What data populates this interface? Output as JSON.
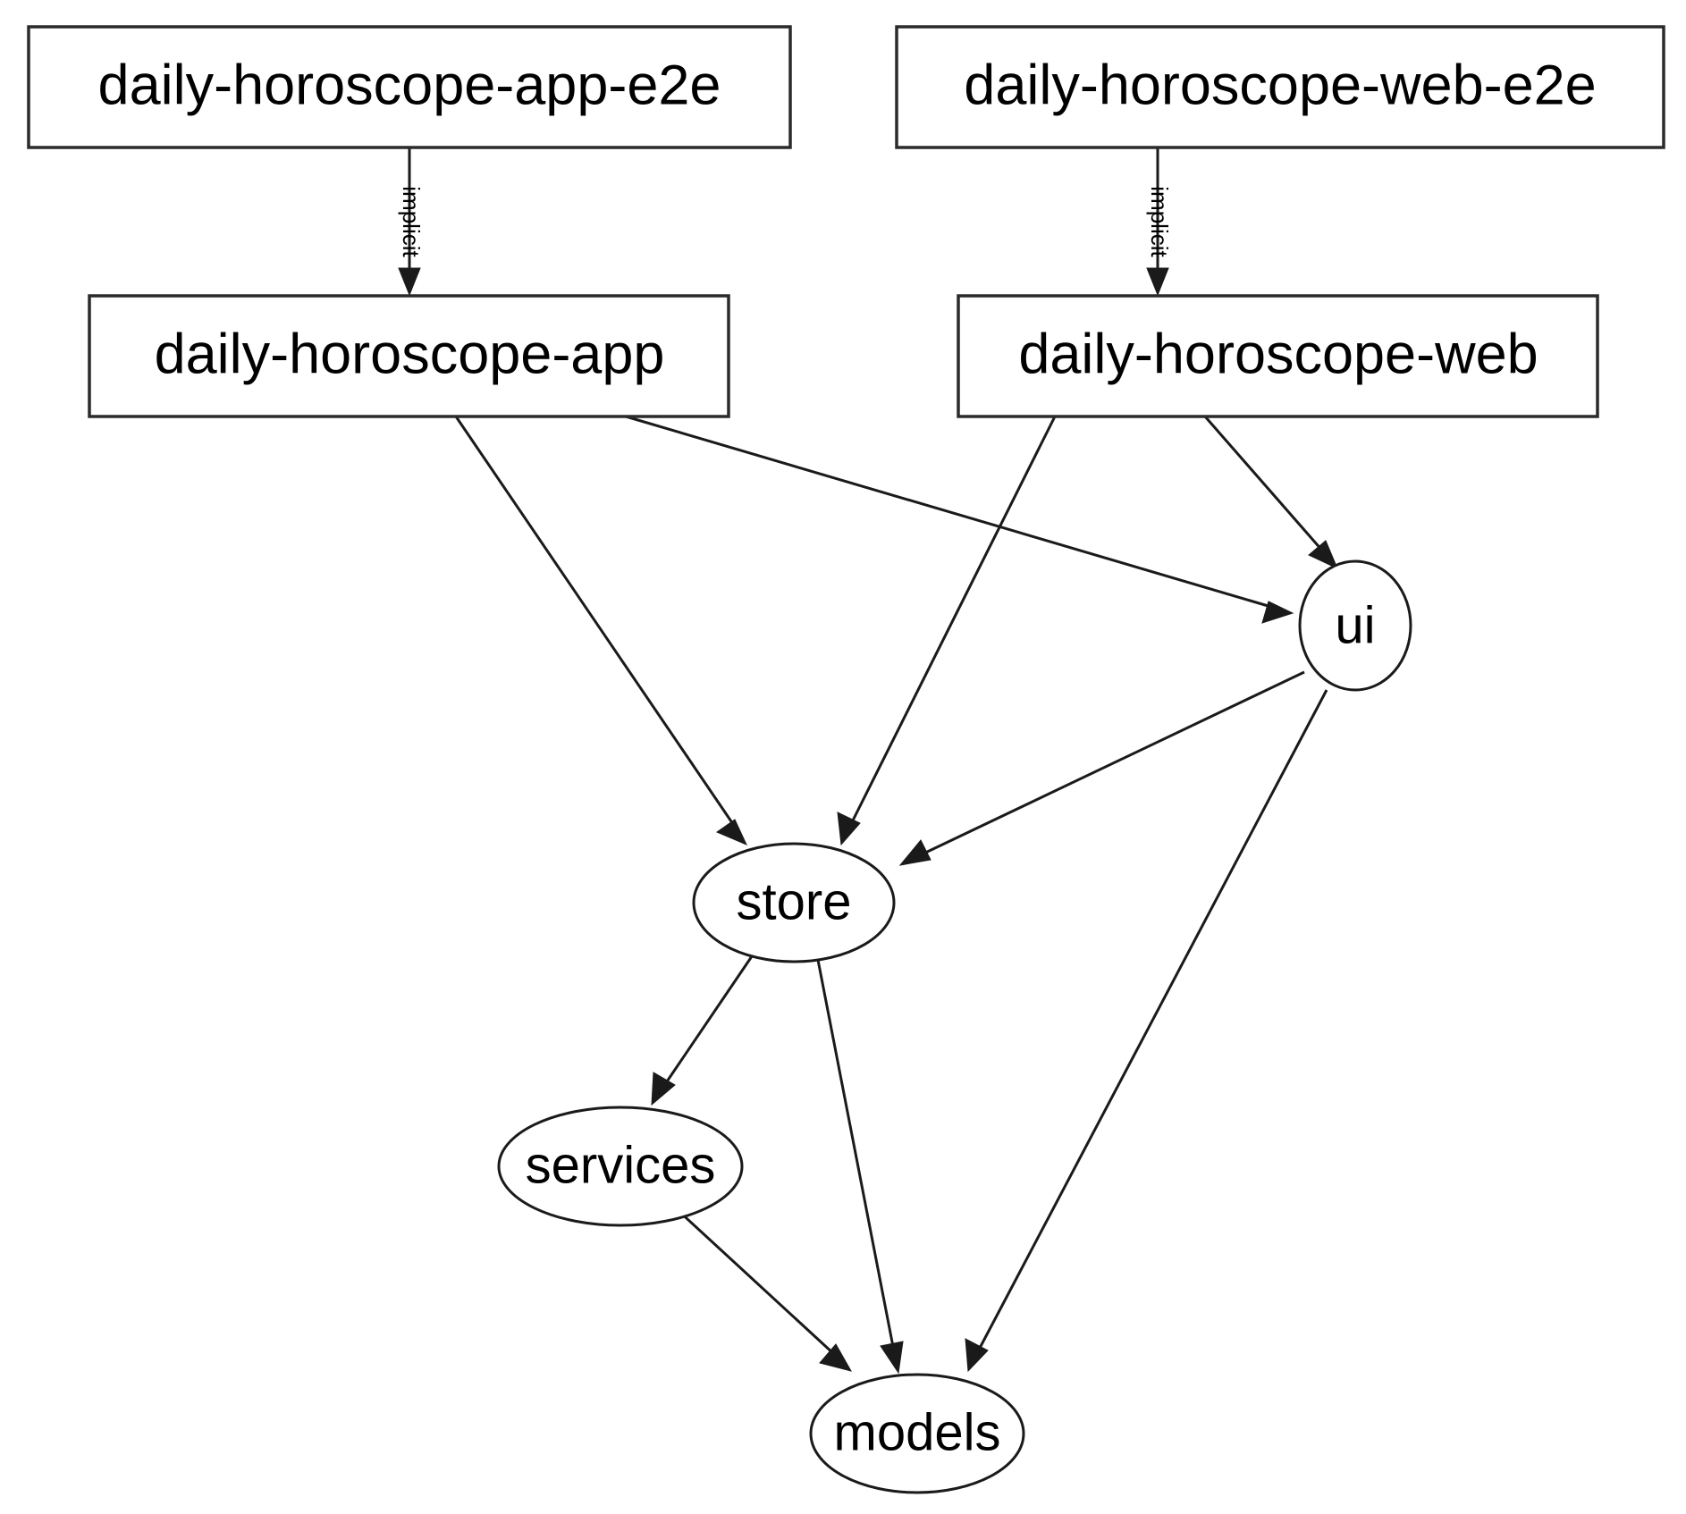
{
  "diagram": {
    "type": "dependency-graph",
    "title": "",
    "background_color": "#ffffff",
    "node_stroke_color": "#2b2b2b",
    "edge_color": "#1a1a1a",
    "text_color": "#000000",
    "nodes": [
      {
        "id": "daily-horoscope-app-e2e",
        "label": "daily-horoscope-app-e2e",
        "shape": "rectangle"
      },
      {
        "id": "daily-horoscope-web-e2e",
        "label": "daily-horoscope-web-e2e",
        "shape": "rectangle"
      },
      {
        "id": "daily-horoscope-app",
        "label": "daily-horoscope-app",
        "shape": "rectangle"
      },
      {
        "id": "daily-horoscope-web",
        "label": "daily-horoscope-web",
        "shape": "rectangle"
      },
      {
        "id": "ui",
        "label": "ui",
        "shape": "ellipse"
      },
      {
        "id": "store",
        "label": "store",
        "shape": "ellipse"
      },
      {
        "id": "services",
        "label": "services",
        "shape": "ellipse"
      },
      {
        "id": "models",
        "label": "models",
        "shape": "ellipse"
      }
    ],
    "edges": [
      {
        "from": "daily-horoscope-app-e2e",
        "to": "daily-horoscope-app",
        "label": "implicit"
      },
      {
        "from": "daily-horoscope-web-e2e",
        "to": "daily-horoscope-web",
        "label": "implicit"
      },
      {
        "from": "daily-horoscope-app",
        "to": "store",
        "label": ""
      },
      {
        "from": "daily-horoscope-app",
        "to": "ui",
        "label": ""
      },
      {
        "from": "daily-horoscope-web",
        "to": "store",
        "label": ""
      },
      {
        "from": "daily-horoscope-web",
        "to": "ui",
        "label": ""
      },
      {
        "from": "ui",
        "to": "store",
        "label": ""
      },
      {
        "from": "ui",
        "to": "models",
        "label": ""
      },
      {
        "from": "store",
        "to": "services",
        "label": ""
      },
      {
        "from": "store",
        "to": "models",
        "label": ""
      },
      {
        "from": "services",
        "to": "models",
        "label": ""
      }
    ],
    "edge_labels": {
      "app_e2e_implicit": "implicit",
      "web_e2e_implicit": "implicit"
    }
  }
}
